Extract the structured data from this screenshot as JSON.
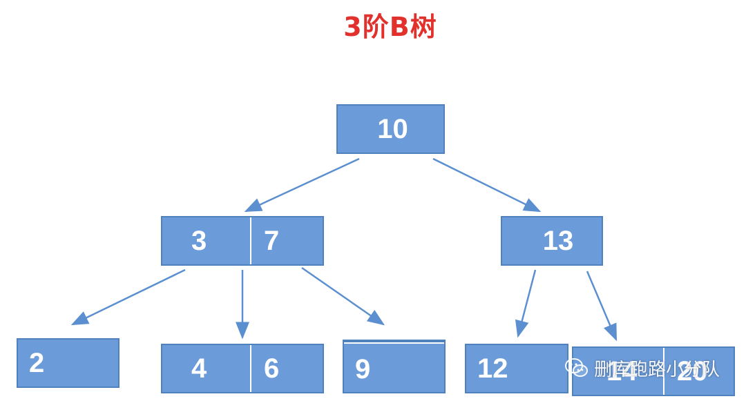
{
  "title": "3阶B树",
  "colors": {
    "title": "#e2312c",
    "node_fill": "#6b9bd8",
    "node_border": "#4f81bd",
    "edge": "#5b8fcf"
  },
  "nodes": {
    "root": {
      "keys": [
        "10"
      ]
    },
    "left_internal": {
      "keys": [
        "3",
        "7"
      ]
    },
    "right_internal": {
      "keys": [
        "13"
      ]
    },
    "leaf_2": {
      "keys": [
        "2"
      ]
    },
    "leaf_4_6": {
      "keys": [
        "4",
        "6"
      ]
    },
    "leaf_9": {
      "keys": [
        "9"
      ]
    },
    "leaf_12": {
      "keys": [
        "12"
      ]
    },
    "leaf_14_20": {
      "keys": [
        "14",
        "20"
      ]
    }
  },
  "edges": [
    [
      "root",
      "left_internal"
    ],
    [
      "root",
      "right_internal"
    ],
    [
      "left_internal",
      "leaf_2"
    ],
    [
      "left_internal",
      "leaf_4_6"
    ],
    [
      "left_internal",
      "leaf_9"
    ],
    [
      "right_internal",
      "leaf_12"
    ],
    [
      "right_internal",
      "leaf_14_20"
    ]
  ],
  "watermark": {
    "icon": "wechat-icon",
    "text": "删库跑路小分队"
  }
}
